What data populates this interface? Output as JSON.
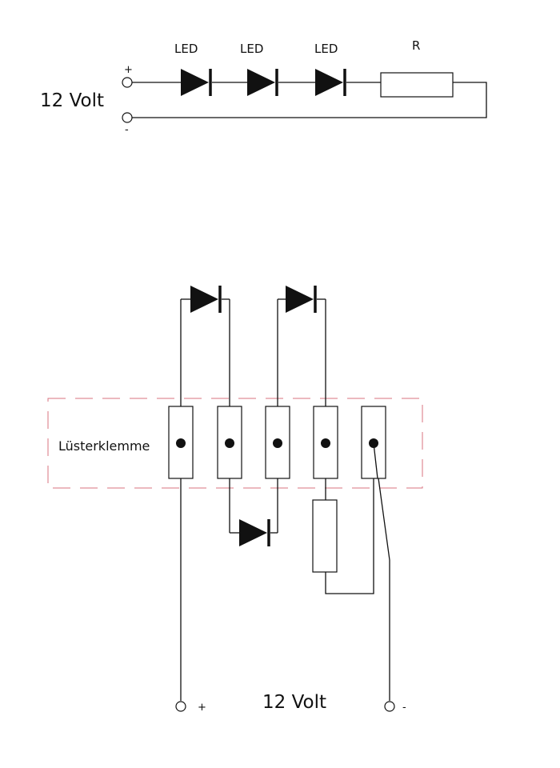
{
  "top_circuit": {
    "voltage_label": "12 Volt",
    "plus_sign": "+",
    "minus_sign": "-",
    "led_labels": [
      "LED",
      "LED",
      "LED"
    ],
    "resistor_label": "R"
  },
  "bottom_circuit": {
    "terminal_block_label": "Lüsterklemme",
    "voltage_label": "12 Volt",
    "plus_sign": "+",
    "minus_sign": "-",
    "terminal_count": 5
  },
  "colors": {
    "line": "#111111",
    "terminal_block_outline": "#d9737f",
    "background": "#ffffff"
  }
}
